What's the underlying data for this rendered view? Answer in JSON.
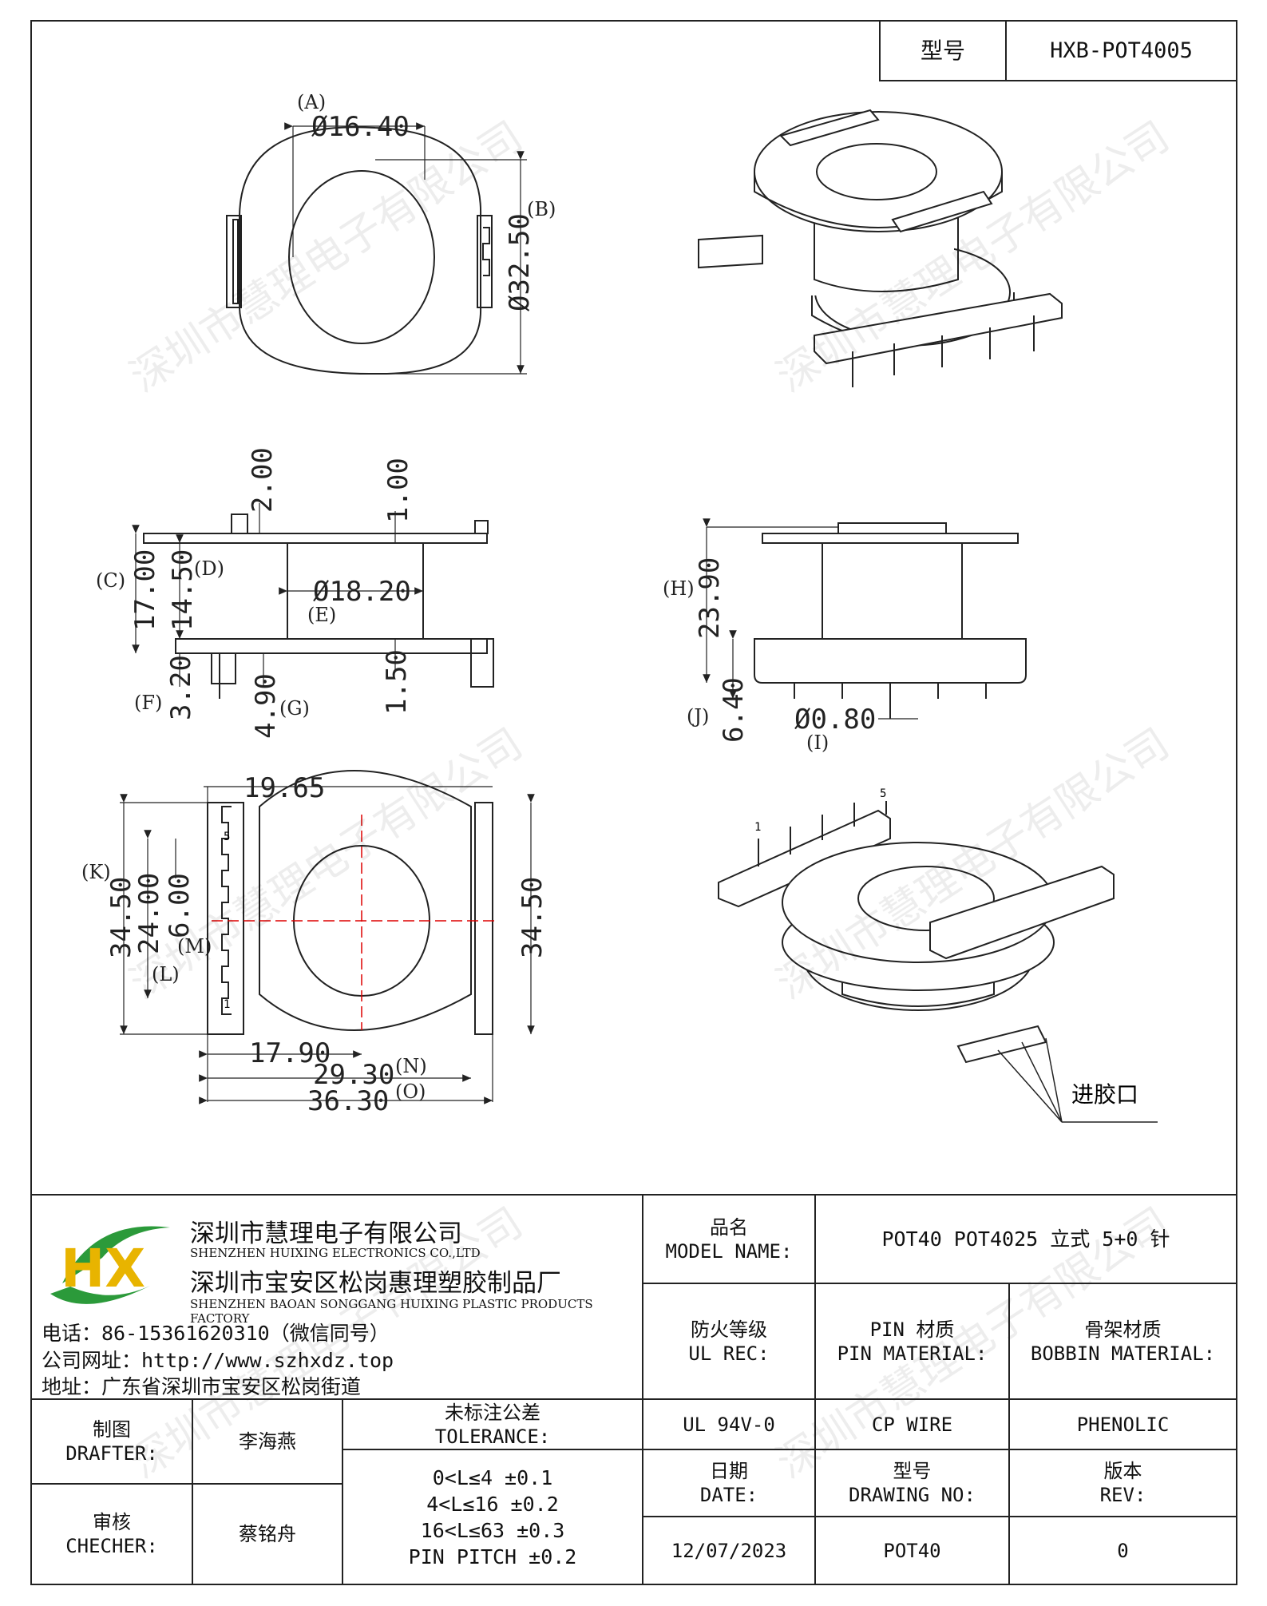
{
  "header": {
    "model_label": "型号",
    "model_value": "HXB-POT4005"
  },
  "watermark": "深圳市慧理电子有限公司",
  "drawing": {
    "dims_top": {
      "a_label": "(A)",
      "a_value": "Ø16.40",
      "b_label": "(B)",
      "b_value": "Ø32.50"
    },
    "dims_side": {
      "c_label": "(C)",
      "c_value": "17.00",
      "d_label": "(D)",
      "d_value": "14.50",
      "v200": "2.00",
      "v100": "1.00",
      "e_value": "Ø18.20",
      "e_label": "(E)",
      "f_label": "(F)",
      "f_value": "3.20",
      "g_value": "4.90",
      "g_label": "(G)",
      "v150": "1.50"
    },
    "dims_front": {
      "h_label": "(H)",
      "h_value": "23.90",
      "j_label": "(J)",
      "j_value": "6.40",
      "i_value": "Ø0.80",
      "i_label": "(I)"
    },
    "dims_bottom": {
      "w1965": "19.65",
      "k_label": "(K)",
      "k_value": "34.50",
      "v2400": "24.00",
      "v600": "6.00",
      "m_label": "(M)",
      "l_label": "(L)",
      "right_value": "34.50",
      "w1790": "17.90",
      "n_value": "29.30",
      "n_label": "(N)",
      "o_value": "36.30",
      "o_label": "(O)",
      "pin5": "5",
      "pin1": "1"
    },
    "iso_bottom": {
      "pin1": "1",
      "pin5": "5",
      "gate_label": "进胶口"
    }
  },
  "company": {
    "logo": "HX",
    "name_cn": "深圳市慧理电子有限公司",
    "name_en": "SHENZHEN HUIXING ELECTRONICS CO.,LTD",
    "factory_cn": "深圳市宝安区松岗惠理塑胶制品厂",
    "factory_en": "SHENZHEN BAOAN SONGGANG HUIXING PLASTIC PRODUCTS FACTORY",
    "phone": "电话：86-15361620310（微信同号）",
    "web": "公司网址：http://www.szhxdz.top",
    "address": "地址：广东省深圳市宝安区松岗街道"
  },
  "titleblock": {
    "model_name_cn": "品名",
    "model_name_en": "MODEL NAME:",
    "model_name_value": "POT40 POT4025 立式 5+0 针",
    "ul_cn": "防火等级",
    "ul_en": "UL REC:",
    "ul_value": "UL 94V-0",
    "pin_cn": "PIN 材质",
    "pin_en": "PIN MATERIAL:",
    "pin_value": "CP WIRE",
    "bobbin_cn": "骨架材质",
    "bobbin_en": "BOBBIN MATERIAL:",
    "bobbin_value": "PHENOLIC",
    "drafter_cn": "制图",
    "drafter_en": "DRAFTER:",
    "drafter_value": "李海燕",
    "checker_cn": "审核",
    "checker_en": "CHECHER:",
    "checker_value": "蔡铭舟",
    "tol_cn": "未标注公差",
    "tol_en": "TOLERANCE:",
    "tol_lines": [
      "0<L≤4  ±0.1",
      "4<L≤16 ±0.2",
      "16<L≤63 ±0.3",
      "PIN PITCH ±0.2"
    ],
    "date_cn": "日期",
    "date_en": "DATE:",
    "date_value": "12/07/2023",
    "dwg_cn": "型号",
    "dwg_en": "DRAWING NO:",
    "dwg_value": "POT40",
    "rev_cn": "版本",
    "rev_en": "REV:",
    "rev_value": "0"
  }
}
